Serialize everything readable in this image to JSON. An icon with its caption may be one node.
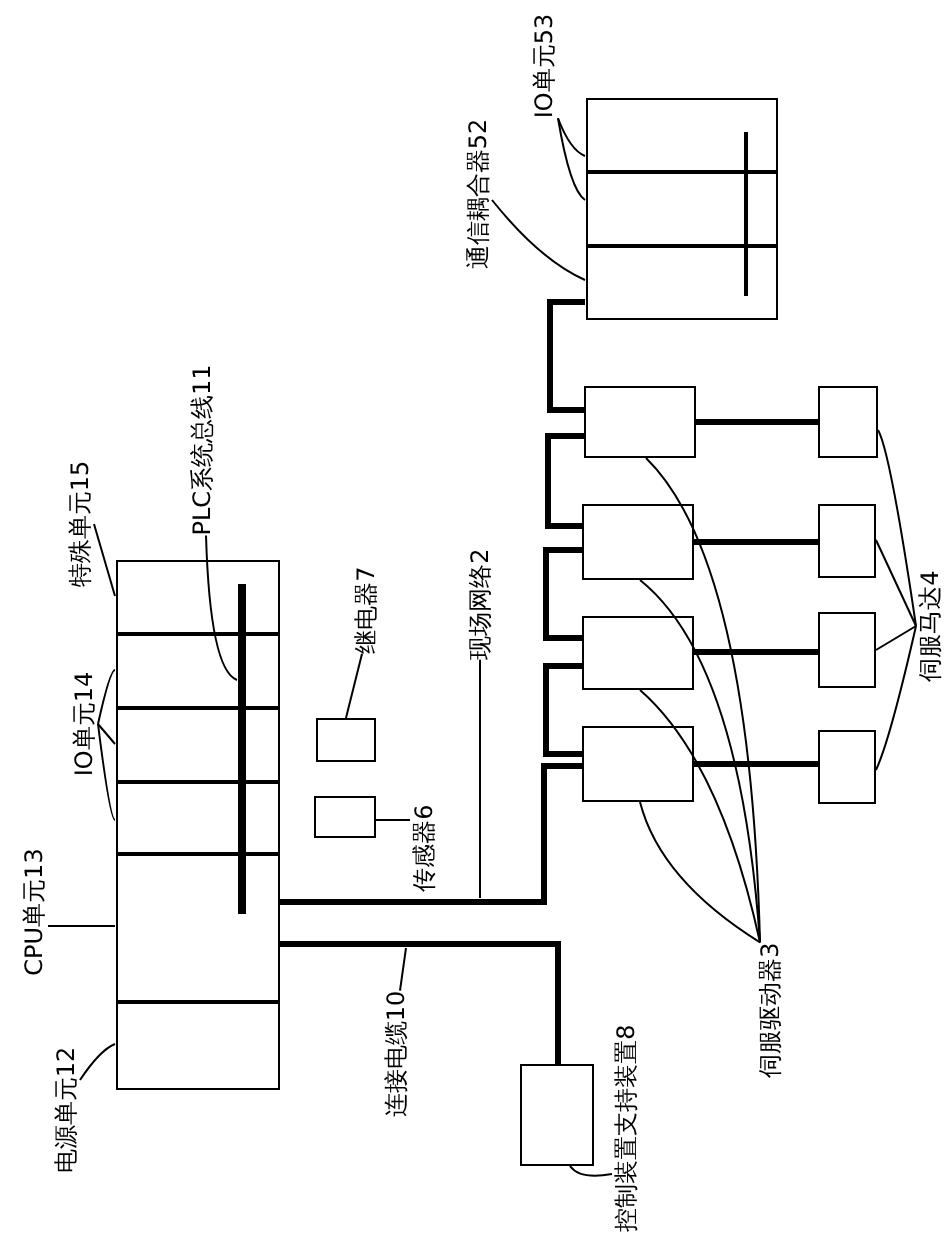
{
  "diagram": {
    "nodes": [
      {
        "text": [],
        "shape": "box"
      },
      {
        "text": [],
        "shape": "box",
        "in": 0
      },
      {
        "text": [],
        "shape": "box",
        "in": 0
      },
      {
        "text": [],
        "shape": "box",
        "in": 0
      },
      {
        "text": [],
        "shape": "box",
        "in": 0
      },
      {
        "text": [],
        "shape": "box",
        "in": 0
      },
      {
        "text": [],
        "shape": "box",
        "in": 0
      },
      {
        "text": [],
        "shape": "bar",
        "in": 0
      },
      {
        "text": [],
        "shape": "box"
      },
      {
        "text": [],
        "shape": "box"
      },
      {
        "text": [],
        "shape": "box"
      },
      {
        "text": [],
        "shape": "box"
      },
      {
        "text": [],
        "shape": "box"
      },
      {
        "text": [],
        "shape": "box"
      },
      {
        "text": [],
        "shape": "box"
      },
      {
        "text": [],
        "shape": "box"
      },
      {
        "text": [],
        "shape": "box"
      },
      {
        "text": [],
        "shape": "box"
      },
      {
        "text": [],
        "shape": "box"
      },
      {
        "text": [],
        "shape": "box"
      },
      {
        "text": [],
        "shape": "box",
        "in": 19
      },
      {
        "text": [],
        "shape": "box",
        "in": 19
      },
      {
        "text": [],
        "shape": "box",
        "in": 19
      },
      {
        "text": [],
        "shape": "bar",
        "in": 19
      },
      {
        "text": [
          "电源单元12"
        ]
      },
      {
        "text": [
          "CPU单元13"
        ]
      },
      {
        "text": [
          "IO单元14"
        ]
      },
      {
        "text": [
          "特殊单元15"
        ]
      },
      {
        "text": [
          "PLC系统总线11"
        ]
      },
      {
        "text": [
          "传感器6"
        ]
      },
      {
        "text": [
          "继电器7"
        ]
      },
      {
        "text": [
          "现场网络2"
        ]
      },
      {
        "text": [
          "连接电缆10"
        ]
      },
      {
        "text": [
          "控制装置支持装置8"
        ]
      },
      {
        "text": [
          "伺服驱动器3"
        ]
      },
      {
        "text": [
          "伺服马达4"
        ]
      },
      {
        "text": [
          "通信耦合器52"
        ]
      },
      {
        "text": [
          "IO单元53"
        ]
      }
    ],
    "edges": [
      {
        "from": 5,
        "to": 11,
        "arrow": "none",
        "style": "thick"
      },
      {
        "from": 11,
        "to": 12,
        "arrow": "none",
        "style": "thick"
      },
      {
        "from": 12,
        "to": 13,
        "arrow": "none",
        "style": "thick"
      },
      {
        "from": 13,
        "to": 14,
        "arrow": "none",
        "style": "thick"
      },
      {
        "from": 14,
        "to": 22,
        "arrow": "none",
        "style": "thick"
      },
      {
        "from": 5,
        "to": 10,
        "arrow": "none",
        "style": "thick"
      },
      {
        "from": 11,
        "to": 15,
        "arrow": "none",
        "style": "thick"
      },
      {
        "from": 12,
        "to": 16,
        "arrow": "none",
        "style": "thick"
      },
      {
        "from": 13,
        "to": 17,
        "arrow": "none",
        "style": "thick"
      },
      {
        "from": 14,
        "to": 18,
        "arrow": "none",
        "style": "thick"
      },
      {
        "from": 24,
        "to": 6,
        "arrow": "none"
      },
      {
        "from": 25,
        "to": 5,
        "arrow": "none"
      },
      {
        "from": 26,
        "to": 4,
        "arrow": "none"
      },
      {
        "from": 26,
        "to": 3,
        "arrow": "none"
      },
      {
        "from": 26,
        "to": 2,
        "arrow": "none"
      },
      {
        "from": 27,
        "to": 1,
        "arrow": "none"
      },
      {
        "from": 28,
        "to": 7,
        "arrow": "none"
      },
      {
        "from": 29,
        "to": 8,
        "arrow": "none"
      },
      {
        "from": 30,
        "to": 9,
        "arrow": "none"
      },
      {
        "from": 31,
        "to": null,
        "arrow": "none"
      },
      {
        "from": 32,
        "to": null,
        "arrow": "none"
      },
      {
        "from": 33,
        "to": 10,
        "arrow": "none"
      },
      {
        "from": 34,
        "to": 11,
        "arrow": "none"
      },
      {
        "from": 34,
        "to": 12,
        "arrow": "none"
      },
      {
        "from": 34,
        "to": 13,
        "arrow": "none"
      },
      {
        "from": 34,
        "to": 14,
        "arrow": "none"
      },
      {
        "from": 35,
        "to": 15,
        "arrow": "none"
      },
      {
        "from": 35,
        "to": 16,
        "arrow": "none"
      },
      {
        "from": 35,
        "to": 17,
        "arrow": "none"
      },
      {
        "from": 35,
        "to": 18,
        "arrow": "none"
      },
      {
        "from": 36,
        "to": 22,
        "arrow": "none"
      },
      {
        "from": 37,
        "to": 20,
        "arrow": "none"
      },
      {
        "from": 37,
        "to": 21,
        "arrow": "none"
      }
    ]
  }
}
